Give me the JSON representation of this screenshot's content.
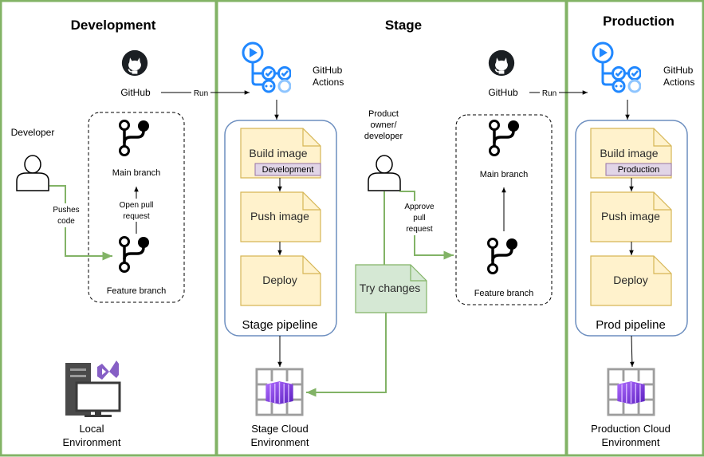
{
  "sections": {
    "development": {
      "title": "Development"
    },
    "stage": {
      "title": "Stage"
    },
    "production": {
      "title": "Production"
    }
  },
  "development": {
    "github_label": "GitHub",
    "run_label": "Run",
    "developer_label": "Developer",
    "pushes_code_label": [
      "Pushes",
      "code"
    ],
    "main_branch_label": "Main branch",
    "open_pr_label": [
      "Open pull",
      "request"
    ],
    "feature_branch_label": "Feature branch",
    "local_env_label": [
      "Local",
      "Environment"
    ]
  },
  "stage": {
    "gh_actions_label": [
      "GitHub",
      "Actions"
    ],
    "build_image_label": "Build image",
    "build_tag": "Development",
    "push_image_label": "Push image",
    "deploy_label": "Deploy",
    "pipeline_label": "Stage pipeline",
    "cloud_env_label": [
      "Stage Cloud",
      "Environment"
    ],
    "product_owner_label": [
      "Product",
      "owner/",
      "developer"
    ],
    "try_changes_label": "Try changes",
    "approve_pr_label": [
      "Approve",
      "pull",
      "request"
    ],
    "github_label": "GitHub",
    "run_label": "Run",
    "main_branch_label": "Main branch",
    "feature_branch_label": "Feature branch"
  },
  "production": {
    "gh_actions_label": [
      "GitHub",
      "Actions"
    ],
    "build_image_label": "Build image",
    "build_tag": "Production",
    "push_image_label": "Push image",
    "deploy_label": "Deploy",
    "pipeline_label": "Prod pipeline",
    "cloud_env_label": [
      "Production Cloud",
      "Environment"
    ]
  },
  "colors": {
    "section_border": "#82b366",
    "green_arrow": "#82b366",
    "doc_fill": "#fff2cc",
    "doc_stroke": "#d6b656",
    "pipeline_stroke": "#6c8ebf",
    "tag_fill": "#e1d5e7",
    "tag_stroke": "#9673a6",
    "note_fill": "#d5e8d4",
    "actions_blue": "#2188ff",
    "cloud_purple": "#7b2fe0"
  },
  "icons": {
    "github": "github-icon",
    "actions": "github-actions-icon",
    "branch": "git-branch-icon",
    "user": "user-icon",
    "computer": "computer-icon",
    "visual_studio": "visual-studio-icon",
    "cloud_env": "container-apps-icon"
  }
}
